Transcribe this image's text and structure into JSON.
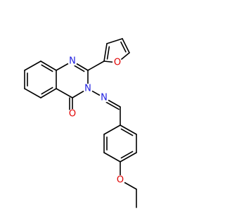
{
  "molecule": {
    "atoms": [
      {
        "id": "N1",
        "label": "N",
        "color": "#2020e0"
      },
      {
        "id": "N3",
        "label": "N",
        "color": "#2020e0"
      },
      {
        "id": "Nimine",
        "label": "N",
        "color": "#2020e0"
      },
      {
        "id": "O_furan",
        "label": "O",
        "color": "#e00000"
      },
      {
        "id": "O_carbonyl",
        "label": "O",
        "color": "#e00000"
      },
      {
        "id": "O_ether",
        "label": "O",
        "color": "#e00000"
      }
    ],
    "colors": {
      "bond": "#000000",
      "nitrogen": "#2020e0",
      "oxygen": "#e00000",
      "background": "#ffffff"
    }
  }
}
